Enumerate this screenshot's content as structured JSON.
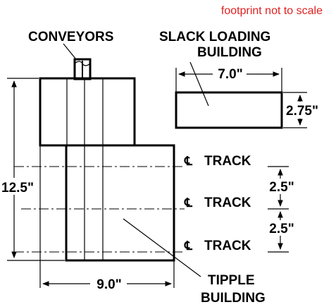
{
  "note": {
    "text": "footprint not to scale",
    "color": "#e02020"
  },
  "labels": {
    "conveyors": "CONVEYORS",
    "slack_line1": "SLACK LOADING",
    "slack_line2": "BUILDING",
    "tipple_line1": "TIPPLE",
    "tipple_line2": "BUILDING"
  },
  "dimensions": {
    "slack_width": "7.0\"",
    "slack_depth": "2.75\"",
    "overall_height": "12.5\"",
    "tipple_width": "9.0\"",
    "track_spacing_1": "2.5\"",
    "track_spacing_2": "2.5\""
  },
  "tracks": [
    {
      "symbol": "℄",
      "label": "TRACK"
    },
    {
      "symbol": "℄",
      "label": "TRACK"
    },
    {
      "symbol": "℄",
      "label": "TRACK"
    }
  ]
}
